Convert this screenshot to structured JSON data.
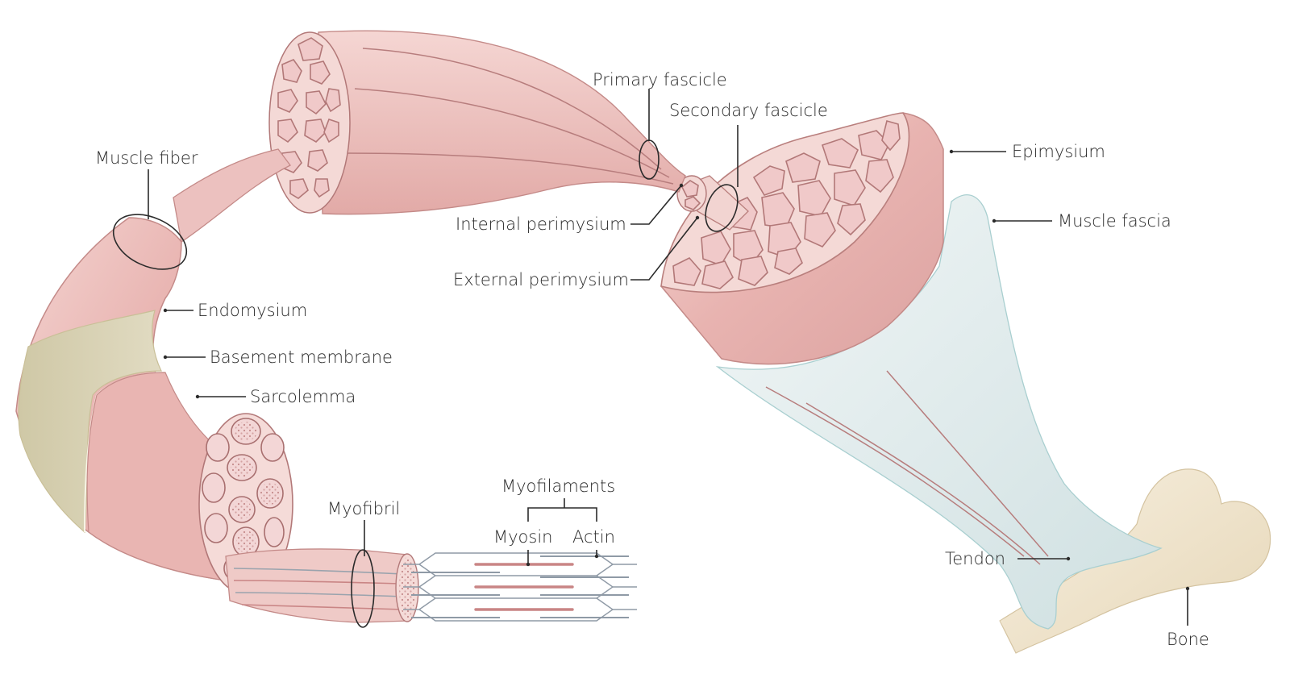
{
  "labels": {
    "muscle_fiber": "Muscle fiber",
    "endomysium": "Endomysium",
    "basement_membrane": "Basement membrane",
    "sarcolemma": "Sarcolemma",
    "myofibril": "Myofibril",
    "myofilaments": "Myofilaments",
    "myosin": "Myosin",
    "actin": "Actin",
    "primary_fascicle": "Primary fascicle",
    "secondary_fascicle": "Secondary fascicle",
    "internal_perimysium": "Internal perimysium",
    "external_perimysium": "External perimysium",
    "epimysium": "Epimysium",
    "muscle_fascia": "Muscle fascia",
    "tendon": "Tendon",
    "bone": "Bone"
  },
  "colors": {
    "muscle": "#e9b7b4",
    "muscle_light": "#f3d2cf",
    "basement_membrane": "#d9d2b5",
    "fascia": "#dfeaea",
    "bone": "#efe4cd",
    "myosin": "#c98585",
    "actin": "#8f9aa6"
  }
}
